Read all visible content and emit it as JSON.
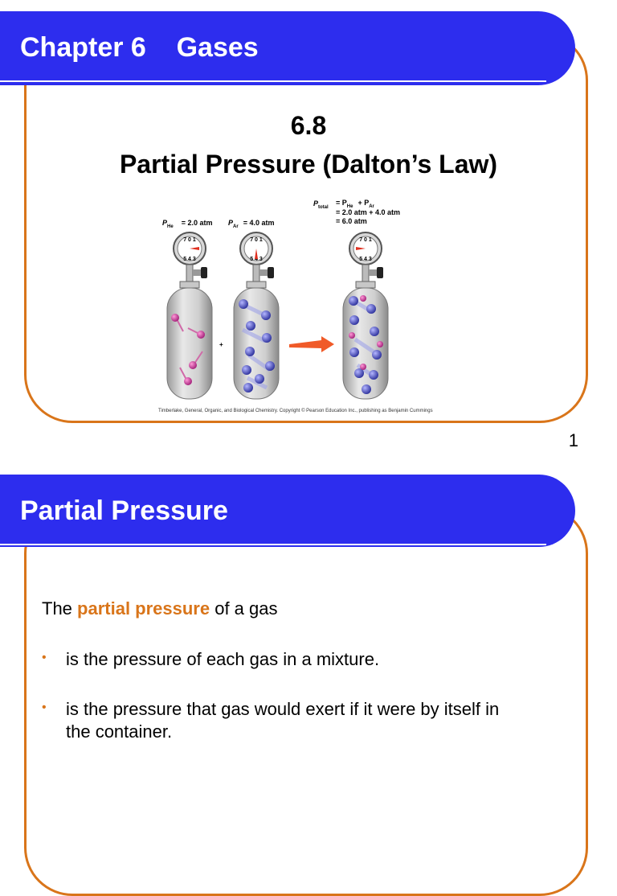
{
  "slide1": {
    "bar_title": "Chapter 6    Gases",
    "heading_line1": "6.8",
    "heading_line2": "Partial Pressure (Dalton’s Law)",
    "figure": {
      "p_he": "P",
      "p_he_sub": "He",
      "p_he_value": "=  2.0 atm",
      "p_ar": "P",
      "p_ar_sub": "Ar",
      "p_ar_value": "=  4.0 atm",
      "p_total": "P",
      "p_total_sub": "total",
      "eq1": "=  P",
      "eq1_sub1": "He",
      "eq1_plus": "+  P",
      "eq1_sub2": "Ar",
      "eq2": "=  2.0 atm  +  4.0 atm",
      "eq3": "=  6.0 atm",
      "plus": "+",
      "credit": "Timberlake, General, Organic, and Biological Chemistry. Copyright © Pearson Education Inc., publishing as Benjamin Cummings"
    },
    "page_number": "1"
  },
  "slide2": {
    "bar_title": "Partial Pressure",
    "intro_before": "The ",
    "intro_highlight": "partial pressure",
    "intro_after": " of a gas",
    "bullets": [
      "is the pressure of each gas in a mixture.",
      "is the pressure that gas would exert if it were by itself in the container."
    ]
  },
  "colors": {
    "bar": "#2d2dee",
    "accent": "#d9751a"
  }
}
